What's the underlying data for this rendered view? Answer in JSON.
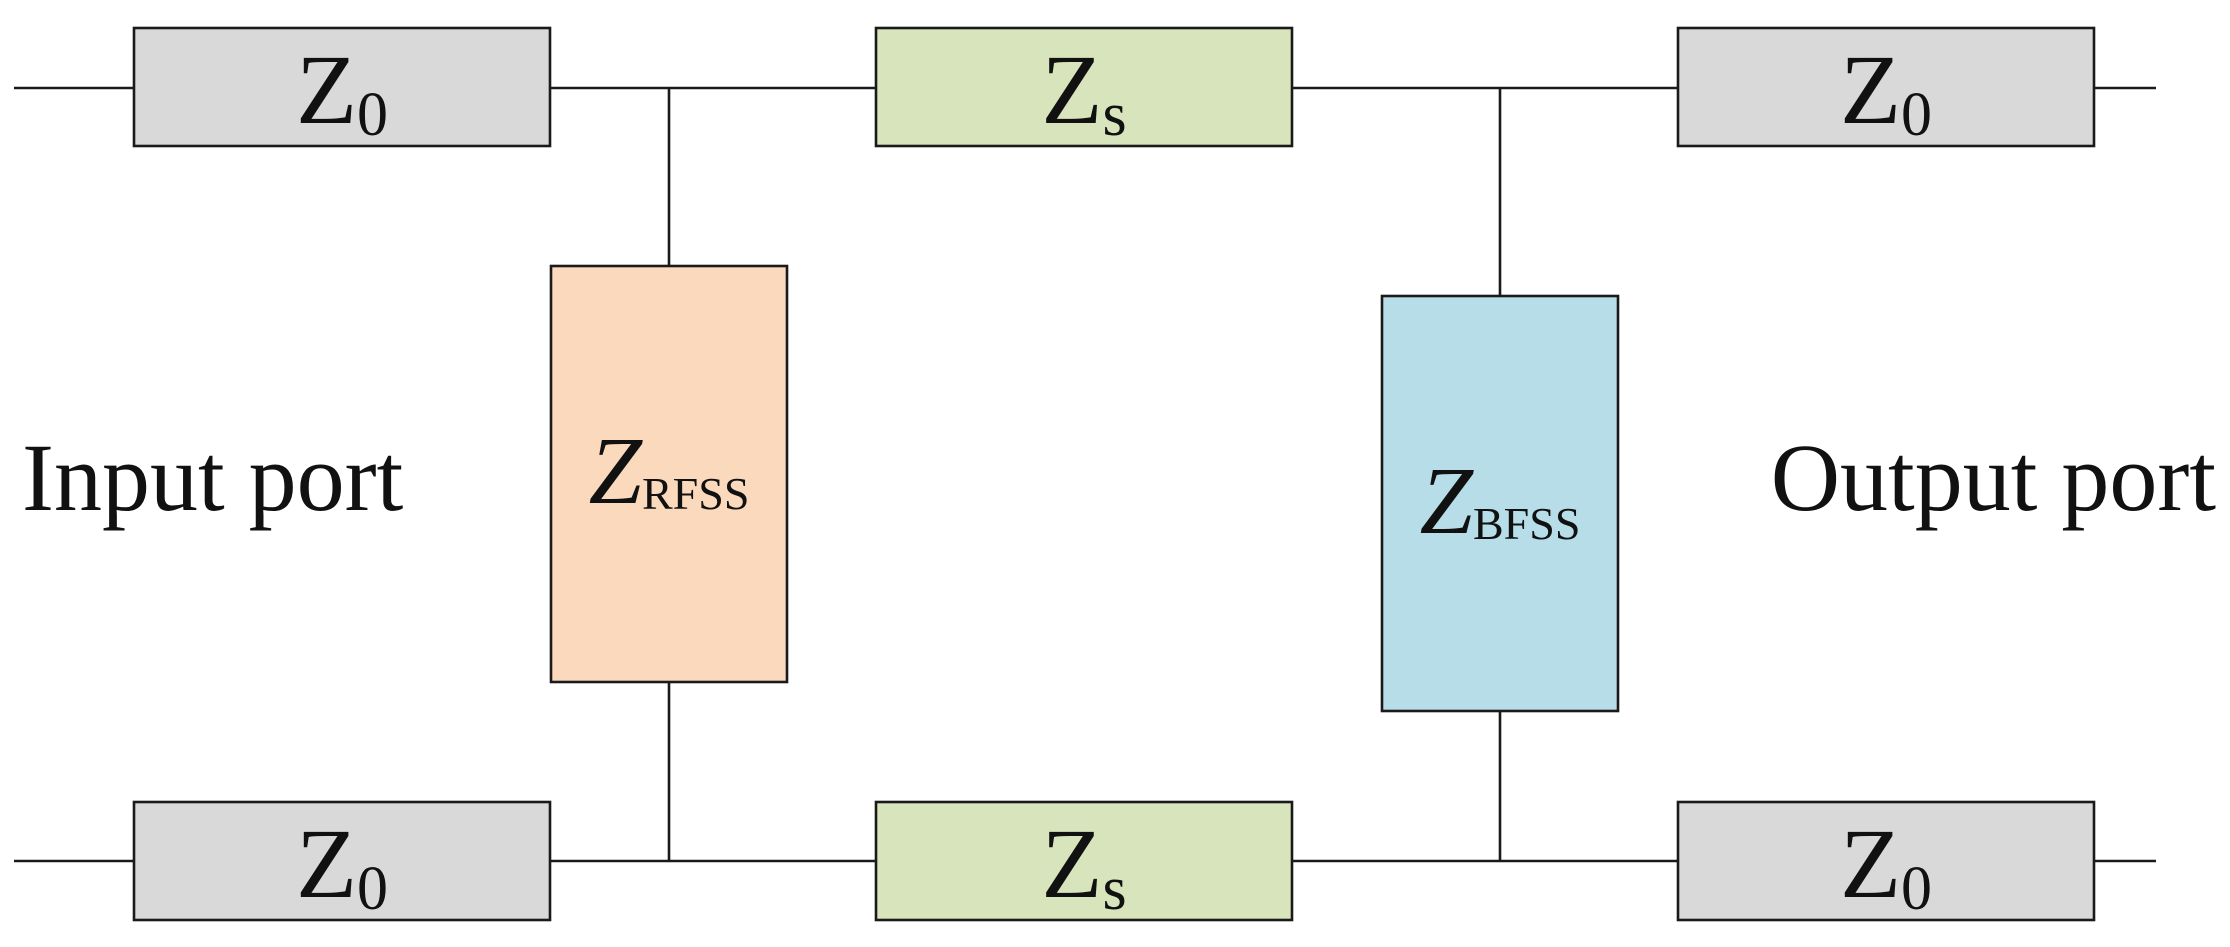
{
  "colors": {
    "z0_fill": "#d9d9d9",
    "zs_fill": "#d8e4bc",
    "rfss_fill": "#fbd9bd",
    "bfss_fill": "#b7dde8",
    "line": "#1a1a1a"
  },
  "labels": {
    "z0": {
      "main": "Z",
      "sub": "0"
    },
    "zs": {
      "main": "Z",
      "sub": "s"
    },
    "rfss": {
      "main": "Z",
      "sub": "RFSS"
    },
    "bfss": {
      "main": "Z",
      "sub": "BFSS"
    },
    "input_port": "Input port",
    "output_port": "Output port"
  }
}
